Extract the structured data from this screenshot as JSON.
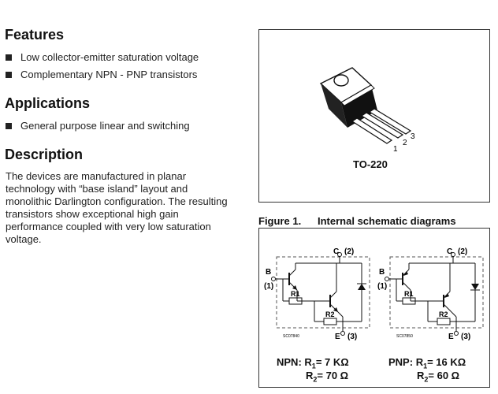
{
  "features": {
    "heading": "Features",
    "items": [
      "Low collector-emitter saturation voltage",
      "Complementary NPN - PNP transistors"
    ]
  },
  "applications": {
    "heading": "Applications",
    "items": [
      "General purpose linear and switching"
    ]
  },
  "description": {
    "heading": "Description",
    "lines": [
      "The devices are manufactured in planar",
      "technology with “base island” layout and",
      "monolithic Darlington configuration. The resulting",
      "transistors show exceptional high gain",
      "performance coupled with very low saturation",
      "voltage."
    ]
  },
  "package": {
    "label": "TO-220",
    "pins": [
      "1",
      "2",
      "3"
    ]
  },
  "figure": {
    "number": "Figure 1.",
    "title": "Internal schematic diagrams",
    "npn": {
      "terminals": {
        "c": "C",
        "c_pin": "(2)",
        "b": "B",
        "b_pin": "(1)",
        "e": "E",
        "e_pin": "(3)"
      },
      "r1": "R1",
      "r2": "R2",
      "code": "SC07840",
      "type": "NPN:",
      "r1_label": "R",
      "r1_sub": "1",
      "r1_value": "= 7 KΩ",
      "r2_label": "R",
      "r2_sub": "2",
      "r2_value": "= 70 Ω"
    },
    "pnp": {
      "terminals": {
        "c": "C",
        "c_pin": "(2)",
        "b": "B",
        "b_pin": "(1)",
        "e": "E",
        "e_pin": "(3)"
      },
      "r1": "R1",
      "r2": "R2",
      "code": "SC07850",
      "type": "PNP:",
      "r1_label": "R",
      "r1_sub": "1",
      "r1_value": "= 16 KΩ",
      "r2_label": "R",
      "r2_sub": "2",
      "r2_value": "= 60 Ω"
    }
  }
}
